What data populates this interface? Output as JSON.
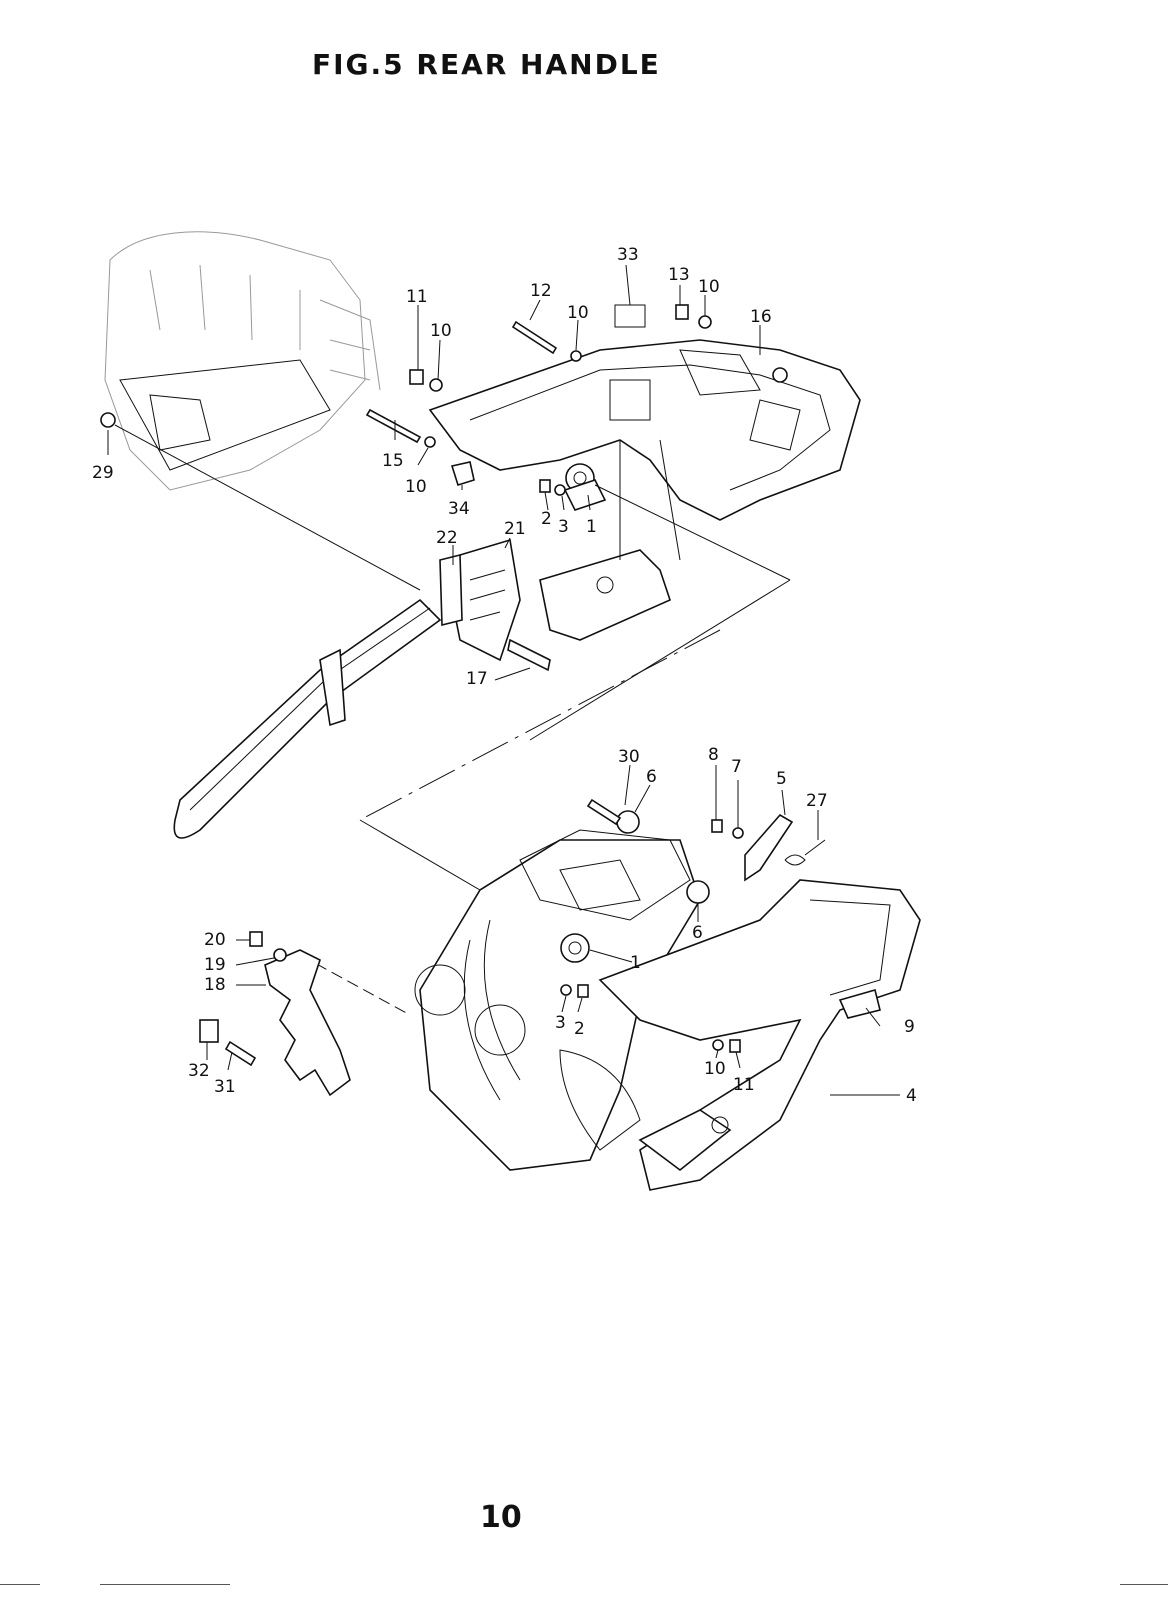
{
  "title": "FIG.5   REAR HANDLE",
  "page_number": "10",
  "callouts": {
    "p33": "33",
    "p13": "13",
    "p10a": "10",
    "p16": "16",
    "p12": "12",
    "p10b": "10",
    "p11a": "11",
    "p10c": "10",
    "p29": "29",
    "p15": "15",
    "p10d": "10",
    "p34": "34",
    "p2a": "2",
    "p3a": "3",
    "p1a": "1",
    "p22": "22",
    "p21": "21",
    "p17": "17",
    "p30": "30",
    "p6a": "6",
    "p8": "8",
    "p7": "7",
    "p5": "5",
    "p27": "27",
    "p6b": "6",
    "p1b": "1",
    "p20": "20",
    "p19": "19",
    "p18": "18",
    "p9": "9",
    "p3b": "3",
    "p2b": "2",
    "p32": "32",
    "p31": "31",
    "p10e": "10",
    "p11b": "11",
    "p4": "4"
  }
}
